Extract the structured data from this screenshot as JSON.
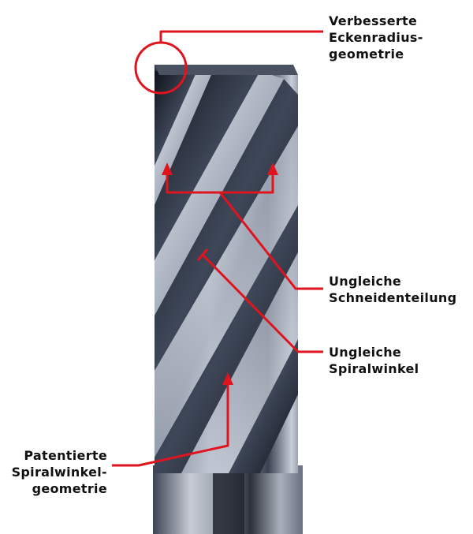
{
  "colors": {
    "background": "#ffffff",
    "annotation_red": "#e0141e",
    "label_text": "#111111",
    "tool_steel_light": "#dfe4ec",
    "tool_steel_dark": "#1b1f2a"
  },
  "labels": {
    "corner_radius": [
      "Verbesserte",
      "Eckenradius-",
      "geometrie"
    ],
    "cutting_division": [
      "Ungleiche",
      "Schneidenteilung"
    ],
    "helix_angle": [
      "Ungleiche",
      "Spiralwinkel"
    ],
    "patented_helix": [
      "Patentierte",
      "Spiralwinkel-",
      "geometrie"
    ]
  },
  "subject": {
    "image": "end-mill-cutter-photo"
  }
}
